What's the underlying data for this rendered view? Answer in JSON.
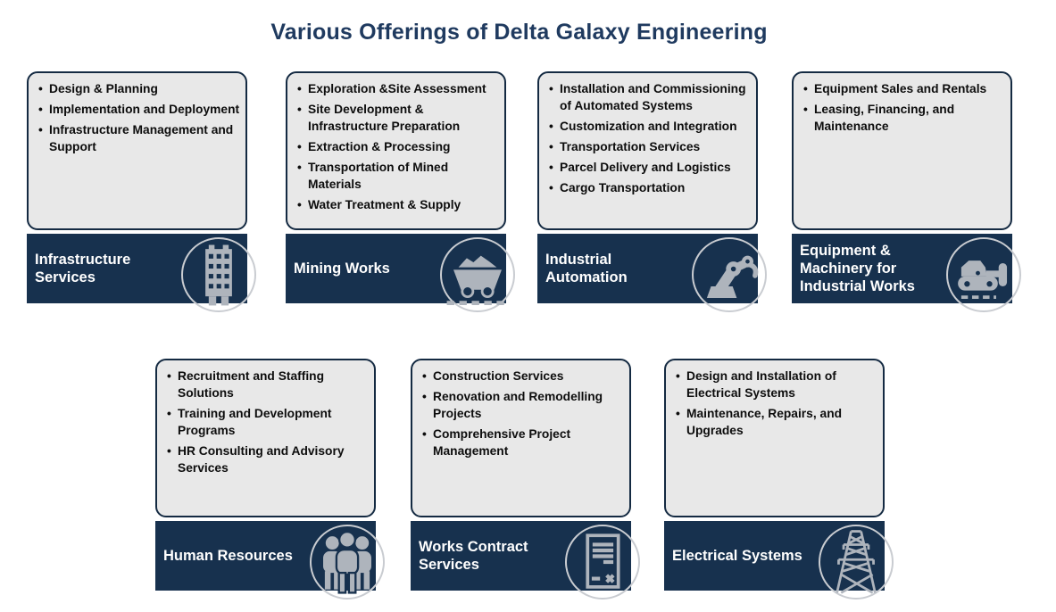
{
  "title": "Various Offerings of Delta Galaxy Engineering",
  "colors": {
    "navy": "#17314E",
    "title_text": "#1F3A5F",
    "card_body_bg": "#E8E8E8",
    "icon_gray": "#AEB4BC",
    "circle_outline": "#C9CCD1"
  },
  "cards": [
    {
      "title": "Infrastructure Services",
      "icon": "building-icon",
      "bullets": [
        "Design & Planning",
        "Implementation and Deployment",
        " Infrastructure Management and Support"
      ]
    },
    {
      "title": "Mining Works",
      "icon": "mine-cart-icon",
      "bullets": [
        "Exploration &Site Assessment",
        "Site Development & Infrastructure Preparation",
        "Extraction & Processing",
        "Transportation of Mined Materials",
        "Water Treatment & Supply"
      ]
    },
    {
      "title": "Industrial Automation",
      "icon": "robot-arm-icon",
      "bullets": [
        "Installation and Commissioning of Automated Systems",
        "Customization and Integration",
        "Transportation Services",
        "Parcel Delivery and Logistics",
        "Cargo Transportation"
      ]
    },
    {
      "title": "Equipment & Machinery for Industrial Works",
      "icon": "bulldozer-icon",
      "bullets": [
        "Equipment Sales and Rentals",
        "Leasing, Financing, and Maintenance"
      ]
    },
    {
      "title": "Human Resources",
      "icon": "people-group-icon",
      "bullets": [
        "Recruitment and Staffing Solutions",
        "Training and Development Programs",
        "HR Consulting and Advisory Services"
      ]
    },
    {
      "title": "Works Contract Services",
      "icon": "contract-icon",
      "bullets": [
        "Construction Services",
        "Renovation and Remodelling Projects",
        "Comprehensive Project Management"
      ]
    },
    {
      "title": "Electrical Systems",
      "icon": "power-tower-icon",
      "bullets": [
        "Design and Installation of Electrical Systems",
        "Maintenance, Repairs, and Upgrades"
      ]
    }
  ]
}
